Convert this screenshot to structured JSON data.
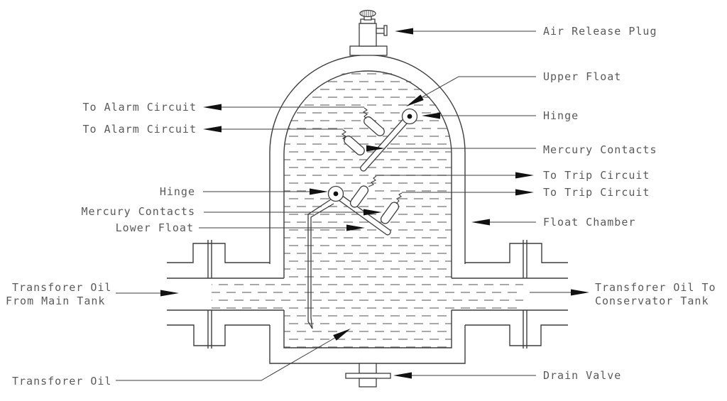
{
  "figure": {
    "type": "technical-line-diagram",
    "colors": {
      "background": "#ffffff",
      "outline": "#3d3d3d",
      "oil_dash": "#8c8c8c",
      "arrowhead": "#111111",
      "label_text": "#5a5a5a"
    },
    "icons": {
      "leader_arrow": "filled-triangle-pointer"
    }
  },
  "labels": {
    "to_alarm_circuit_1": "To Alarm Circuit",
    "to_alarm_circuit_2": "To Alarm Circuit",
    "hinge_left": "Hinge",
    "mercury_contacts_left": "Mercury Contacts",
    "lower_float": "Lower Float",
    "transformer_oil_from_line1": "Transforer Oil",
    "transformer_oil_from_line2": "From Main Tank",
    "transformer_oil_bottom": "Transforer Oil",
    "air_release_plug": "Air Release Plug",
    "upper_float": "Upper Float",
    "hinge_right": "Hinge",
    "mercury_contacts_right": "Mercury Contacts",
    "to_trip_circuit_1": "To Trip Circuit",
    "to_trip_circuit_2": "To Trip Circuit",
    "float_chamber": "Float Chamber",
    "transformer_oil_to_line1": "Transforer Oil To",
    "transformer_oil_to_line2": "Conservator Tank",
    "drain_valve": "Drain Valve"
  }
}
